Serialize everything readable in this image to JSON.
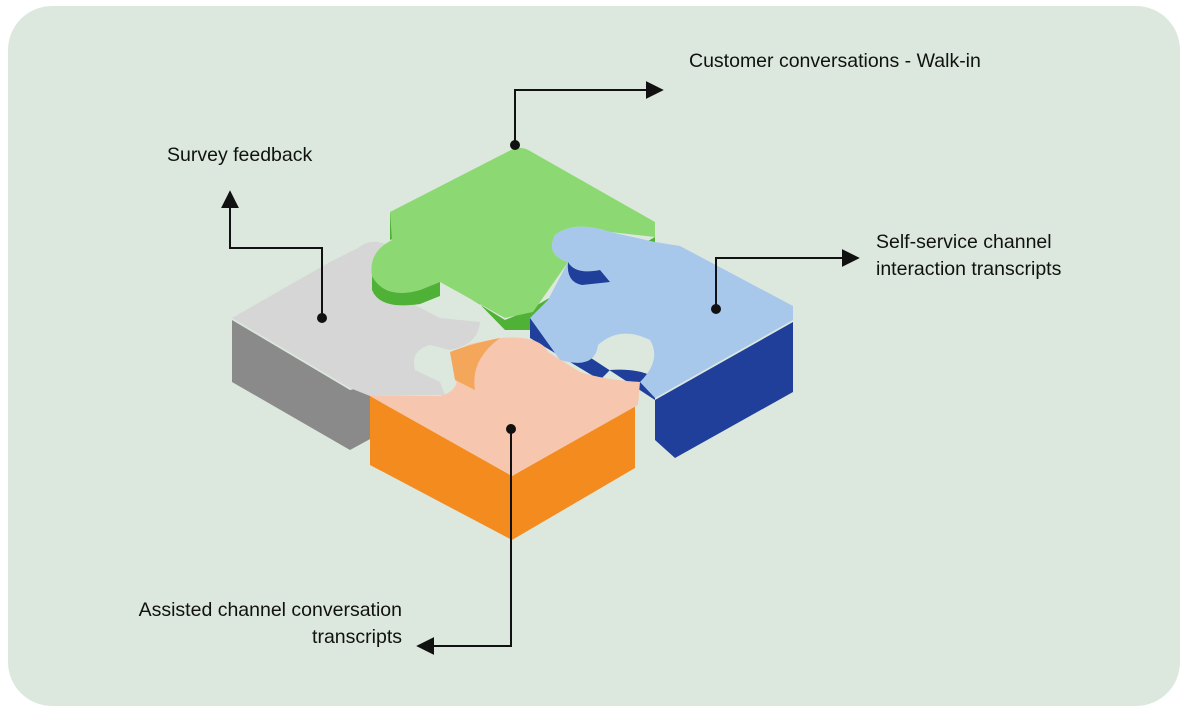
{
  "labels": {
    "walk_in": "Customer conversations - Walk-in",
    "survey": "Survey feedback",
    "self_service": [
      "Self-service channel",
      "interaction transcripts"
    ],
    "assisted": [
      "Assisted channel conversation",
      "transcripts"
    ]
  },
  "colors": {
    "background": "#dce8dd",
    "green_top": "#8cd873",
    "green_side": "#4fb136",
    "blue_top": "#a7c8eb",
    "blue_side": "#203f9b",
    "gray_top": "#d6d6d6",
    "gray_side": "#8a8a8a",
    "peach_top": "#f6c7ae",
    "orange_side": "#f48b1e"
  }
}
